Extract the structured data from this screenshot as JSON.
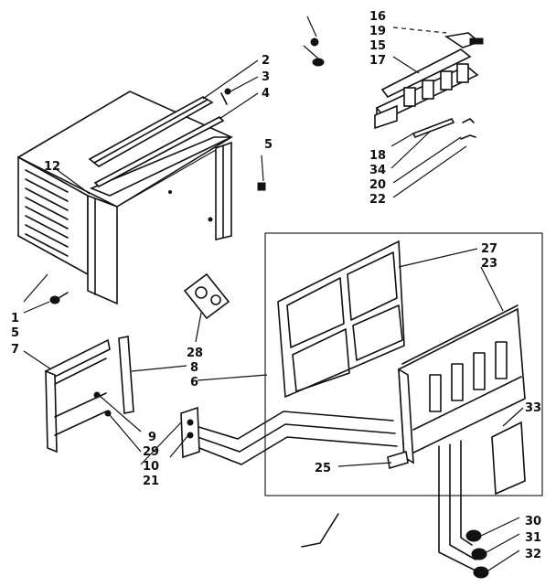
{
  "callouts": [
    {
      "id": "c16",
      "text": "16"
    },
    {
      "id": "c19",
      "text": "19"
    },
    {
      "id": "c15",
      "text": "15"
    },
    {
      "id": "c17",
      "text": "17"
    },
    {
      "id": "c2",
      "text": "2"
    },
    {
      "id": "c3",
      "text": "3"
    },
    {
      "id": "c4",
      "text": "4"
    },
    {
      "id": "c5a",
      "text": "5"
    },
    {
      "id": "c12",
      "text": "12"
    },
    {
      "id": "c18",
      "text": "18"
    },
    {
      "id": "c34",
      "text": "34"
    },
    {
      "id": "c20",
      "text": "20"
    },
    {
      "id": "c22",
      "text": "22"
    },
    {
      "id": "c27",
      "text": "27"
    },
    {
      "id": "c23",
      "text": "23"
    },
    {
      "id": "c1",
      "text": "1"
    },
    {
      "id": "c5b",
      "text": "5"
    },
    {
      "id": "c7",
      "text": "7"
    },
    {
      "id": "c28",
      "text": "28"
    },
    {
      "id": "c8",
      "text": "8"
    },
    {
      "id": "c6",
      "text": "6"
    },
    {
      "id": "c33",
      "text": "33"
    },
    {
      "id": "c9",
      "text": "9"
    },
    {
      "id": "c29",
      "text": "29"
    },
    {
      "id": "c10",
      "text": "10"
    },
    {
      "id": "c21",
      "text": "21"
    },
    {
      "id": "c25",
      "text": "25"
    },
    {
      "id": "c30",
      "text": "30"
    },
    {
      "id": "c31",
      "text": "31"
    },
    {
      "id": "c32",
      "text": "32"
    }
  ]
}
